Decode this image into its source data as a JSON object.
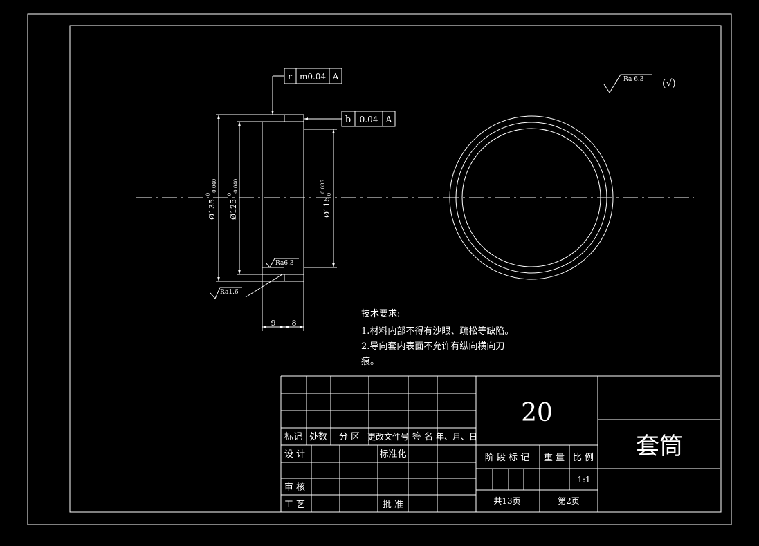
{
  "gdt": {
    "top": {
      "symbol": "r",
      "value": "m0.04",
      "datum": "A"
    },
    "right": {
      "symbol": "b",
      "value": "0.04",
      "datum": "A"
    }
  },
  "dimensions": {
    "d135": "Ø135",
    "d135_tol_upper": "0",
    "d135_tol_lower": "-0.040",
    "d125": "Ø125",
    "d125_tol_upper": "0",
    "d125_tol_lower": "-0.040",
    "d115": "Ø115",
    "d115_tol_upper": "0.035",
    "d115_tol_lower": "0",
    "len_a": "9",
    "len_b": "8"
  },
  "roughness": {
    "inner": "Ra6.3",
    "face": "Ra1.6",
    "general": "Ra 6.3",
    "general_rest": "(√)"
  },
  "notes": {
    "title": "技术要求:",
    "line1": "1.材料内部不得有沙眼、疏松等缺陷。",
    "line2": "2.导向套内表面不允许有纵向横向刀",
    "line3": "痕。"
  },
  "title_block": {
    "drawing_number": "20",
    "part_name": "套筒",
    "col_mark": "标记",
    "col_qty": "处数",
    "col_zone": "分 区",
    "col_doc": "更改文件号",
    "col_sign": "签 名",
    "col_date": "年、月、日",
    "design": "设 计",
    "standard": "标准化",
    "check": "审 核",
    "process": "工 艺",
    "approve": "批 准",
    "stage_mark": "阶 段 标 记",
    "weight": "重 量",
    "scale_label": "比 例",
    "scale_value": "1:1",
    "sheets_total": "共13页",
    "sheet_no": "第2页"
  }
}
